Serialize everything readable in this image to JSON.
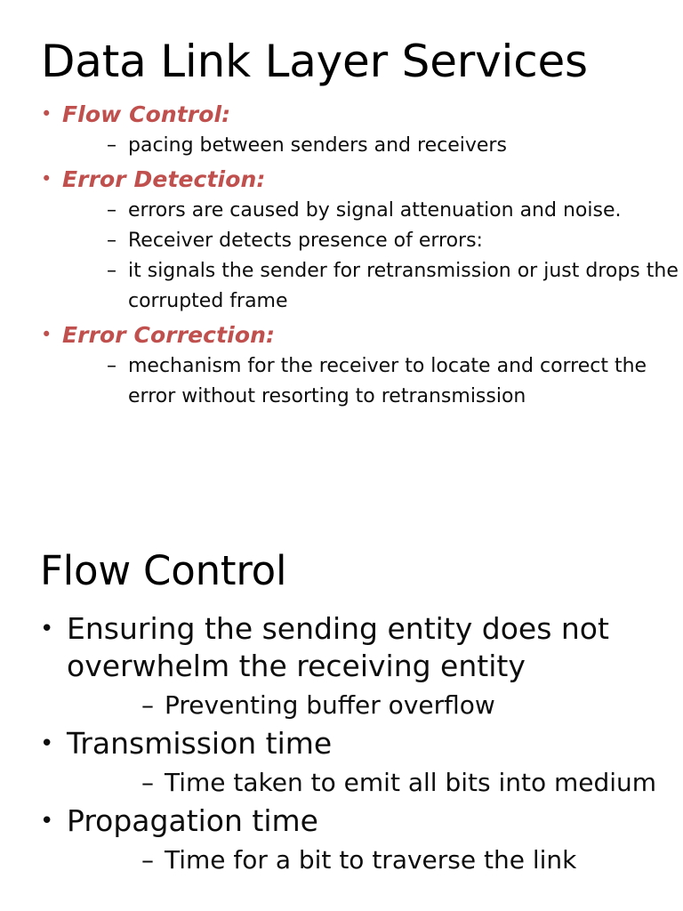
{
  "document": {
    "background_color": "#ffffff",
    "accent_color": "#c0504d",
    "text_color": "#0d0d0d"
  },
  "slides": [
    {
      "title": "Data Link Layer Services",
      "bullet_marker": "•",
      "sub_marker": "–",
      "items": [
        {
          "label": "Flow Control:",
          "sub_items": [
            "pacing between senders and receivers"
          ]
        },
        {
          "label": "Error Detection:",
          "sub_items": [
            "errors are caused by signal attenuation and noise.",
            "Receiver detects presence of errors:",
            "it signals the sender for retransmission or just drops the corrupted frame"
          ]
        },
        {
          "label": "Error Correction:",
          "sub_items": [
            "mechanism for the receiver to locate and correct the error without resorting to retransmission"
          ]
        }
      ]
    },
    {
      "title": "Flow Control",
      "bullet_marker": "•",
      "sub_marker": "–",
      "items": [
        {
          "label": "Ensuring the sending entity does not overwhelm the receiving entity",
          "sub_items": [
            "Preventing buffer overflow"
          ]
        },
        {
          "label": "Transmission time",
          "sub_items": [
            "Time taken to emit all bits into medium"
          ]
        },
        {
          "label": "Propagation time",
          "sub_items": [
            "Time for a bit to traverse the link"
          ]
        }
      ]
    }
  ]
}
